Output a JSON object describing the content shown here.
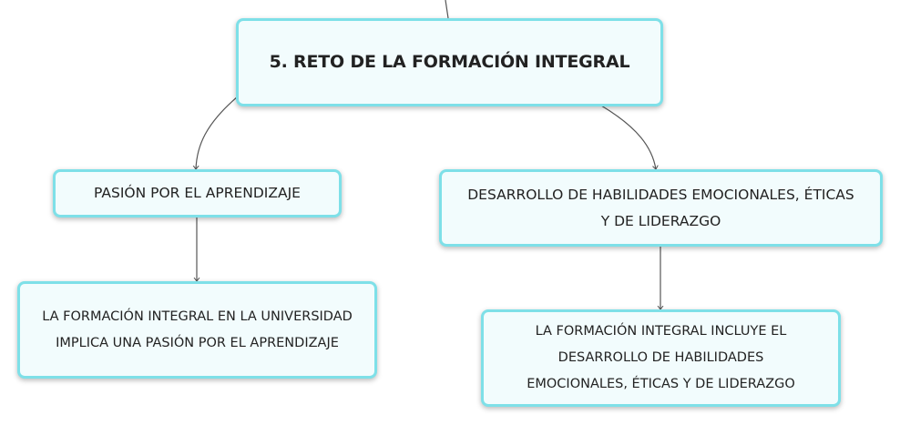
{
  "diagram": {
    "root": {
      "label": "5. RETO DE LA FORMACIÓN INTEGRAL"
    },
    "branches": [
      {
        "label": "PASIÓN POR EL APRENDIZAJE",
        "child": {
          "label": "LA FORMACIÓN INTEGRAL EN LA UNIVERSIDAD IMPLICA UNA PASIÓN POR EL APRENDIZAJE"
        }
      },
      {
        "label": "DESARROLLO DE HABILIDADES EMOCIONALES, ÉTICAS Y DE LIDERAZGO",
        "child": {
          "label": "LA FORMACIÓN INTEGRAL INCLUYE EL DESARROLLO DE HABILIDADES EMOCIONALES, ÉTICAS Y DE LIDERAZGO"
        }
      }
    ],
    "colors": {
      "node_border": "#7ee0e8",
      "node_fill": "#f2fcfd",
      "connector": "#555555",
      "text": "#222222"
    }
  }
}
